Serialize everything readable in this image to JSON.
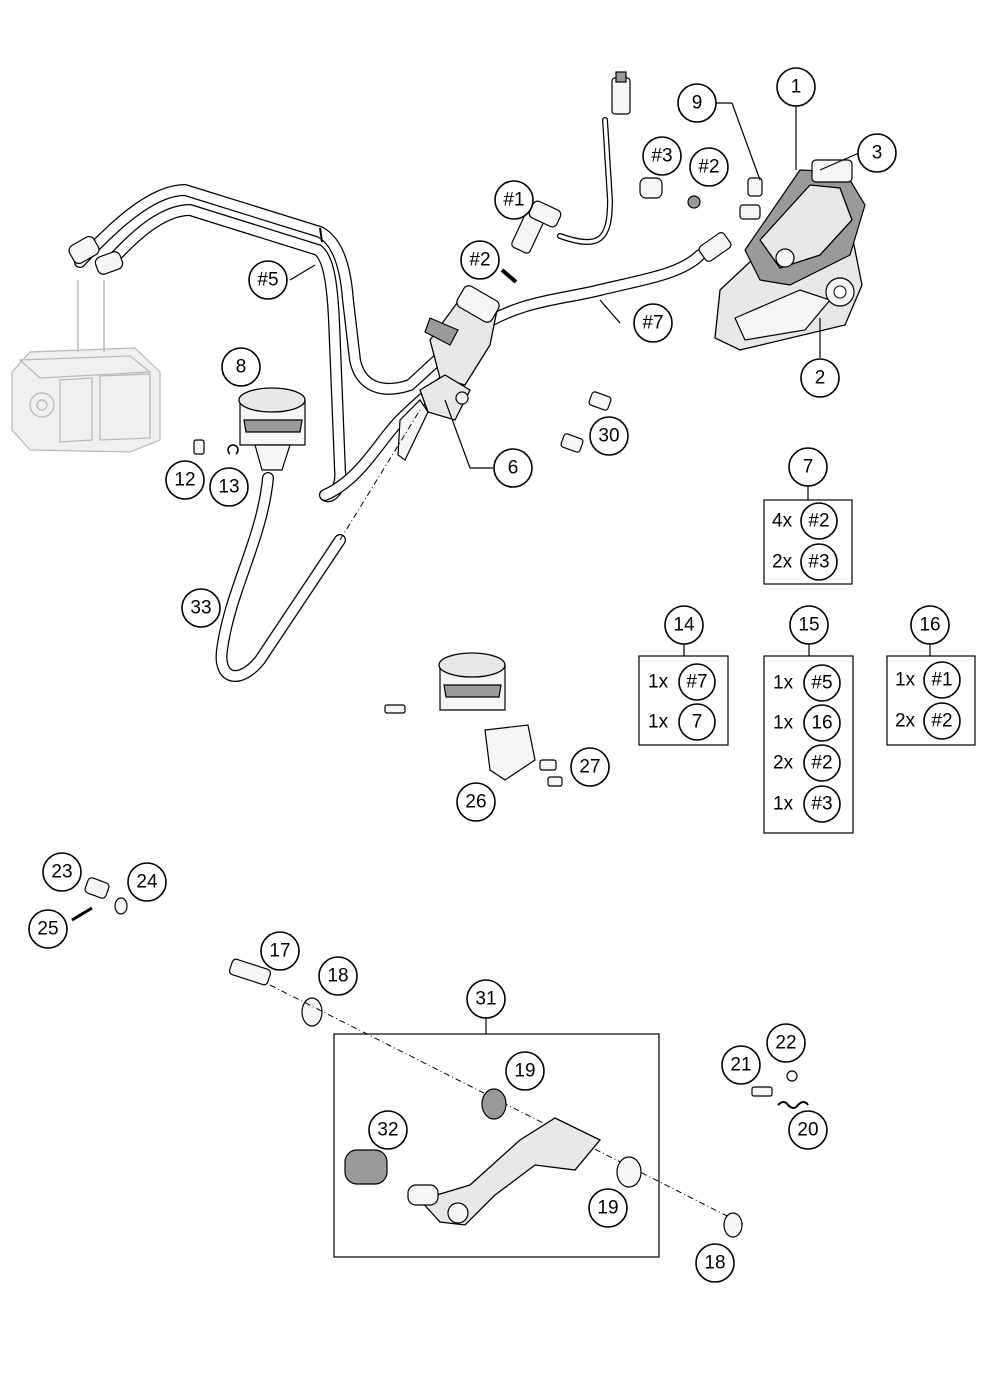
{
  "callouts": {
    "c1": "1",
    "c2": "2",
    "c3": "3",
    "c9": "9",
    "h3a": "#3",
    "h2a": "#2",
    "h1": "#1",
    "h2b": "#2",
    "h5": "#5",
    "h7": "#7",
    "c8": "8",
    "c30": "30",
    "c6": "6",
    "c12": "12",
    "c13": "13",
    "c33": "33",
    "c27": "27",
    "c26": "26",
    "c23": "23",
    "c24": "24",
    "c25": "25",
    "c17": "17",
    "c18a": "18",
    "c31": "31",
    "c19a": "19",
    "c32": "32",
    "c19b": "19",
    "c18b": "18",
    "c21": "21",
    "c22": "22",
    "c20": "20"
  },
  "kits": [
    {
      "label": "7",
      "rows": [
        {
          "qty": "4x",
          "part": "#2"
        },
        {
          "qty": "2x",
          "part": "#3"
        }
      ]
    },
    {
      "label": "14",
      "rows": [
        {
          "qty": "1x",
          "part": "#7"
        },
        {
          "qty": "1x",
          "part": "7"
        }
      ]
    },
    {
      "label": "15",
      "rows": [
        {
          "qty": "1x",
          "part": "#5"
        },
        {
          "qty": "1x",
          "part": "16"
        },
        {
          "qty": "2x",
          "part": "#2"
        },
        {
          "qty": "1x",
          "part": "#3"
        }
      ]
    },
    {
      "label": "16",
      "rows": [
        {
          "qty": "1x",
          "part": "#1"
        },
        {
          "qty": "2x",
          "part": "#2"
        }
      ]
    }
  ]
}
